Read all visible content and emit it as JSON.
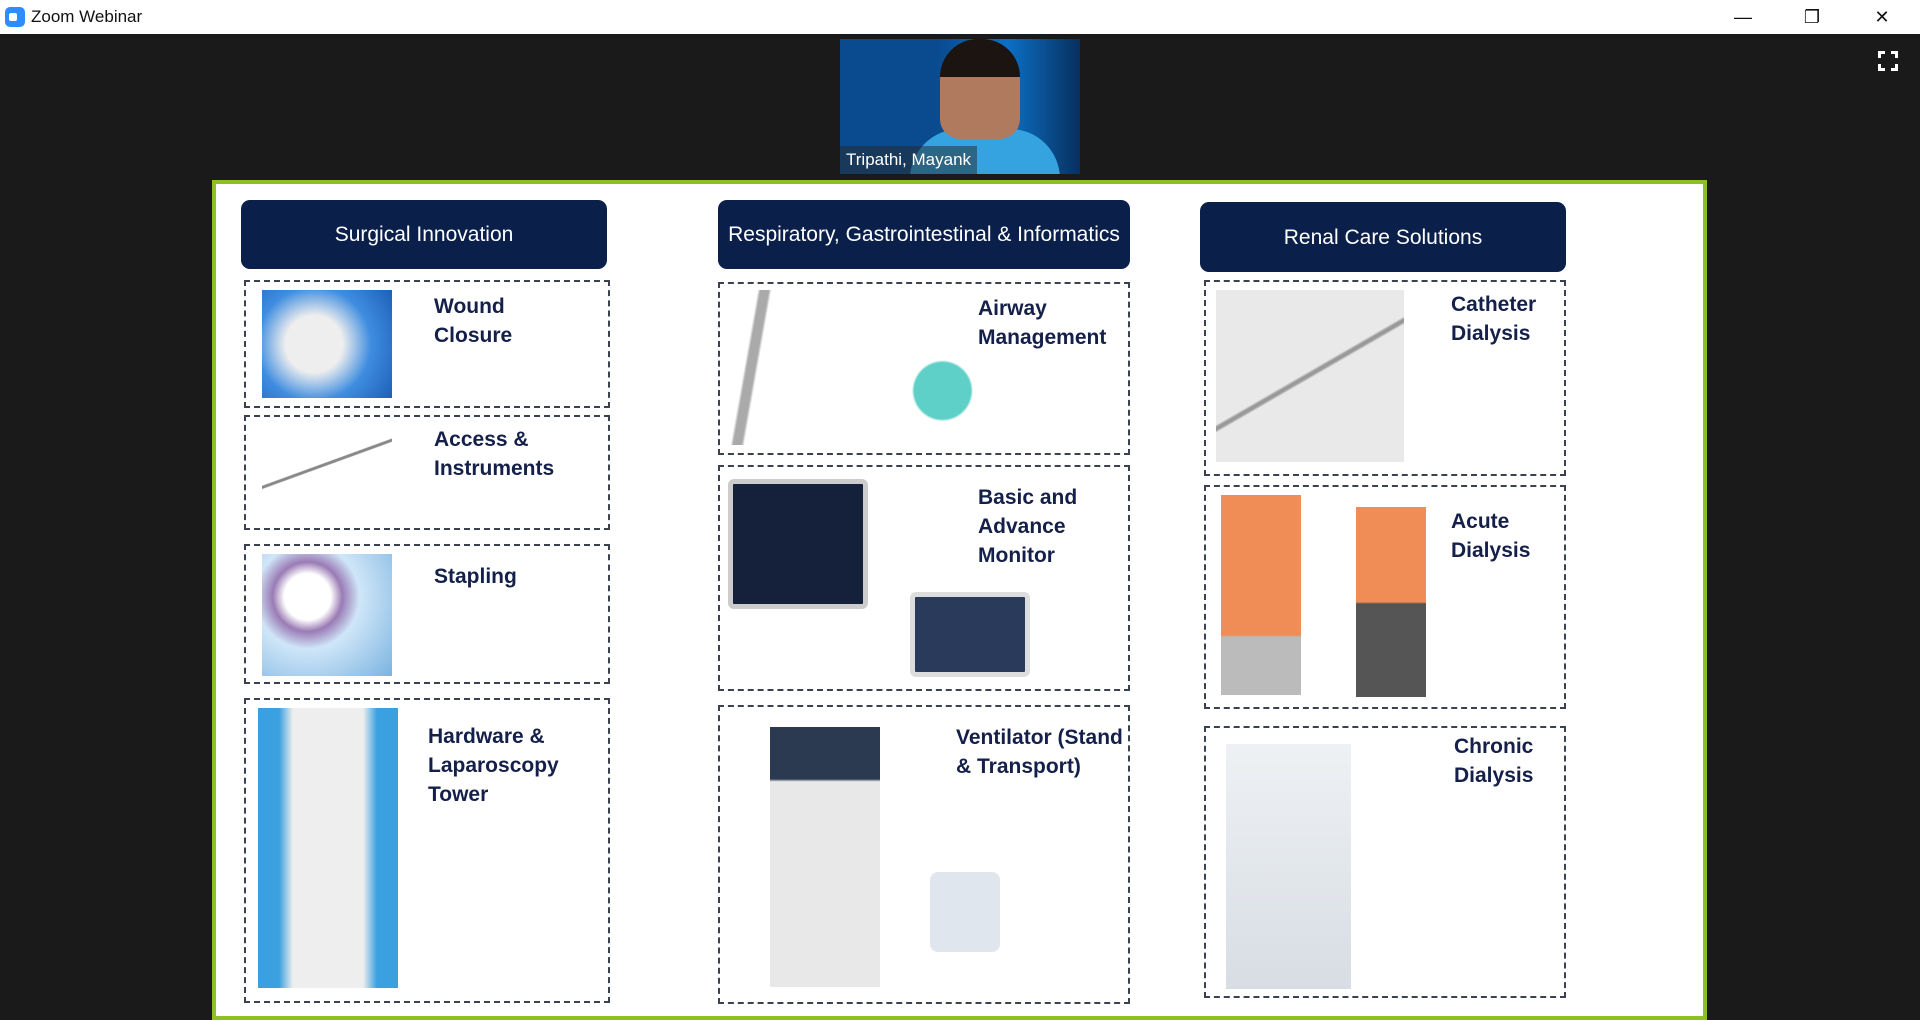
{
  "window": {
    "title": "Zoom Webinar",
    "minimize": "—",
    "restore": "❐",
    "close": "✕"
  },
  "video": {
    "participant_name": "Tripathi, Mayank"
  },
  "slide": {
    "columns": [
      {
        "header": "Surgical Innovation",
        "items": [
          "Wound Closure",
          "Access & Instruments",
          "Stapling",
          "Hardware & Laparoscopy Tower"
        ]
      },
      {
        "header": "Respiratory, Gastrointestinal & Informatics",
        "items": [
          "Airway Management",
          "Basic and Advance Monitor",
          "Ventilator (Stand & Transport)"
        ]
      },
      {
        "header": "Renal Care Solutions",
        "items": [
          "Catheter Dialysis",
          "Acute Dialysis",
          "Chronic Dialysis"
        ]
      }
    ]
  },
  "colors": {
    "slide_border": "#8dc021",
    "header_bg": "#0b1f4b",
    "label_text": "#15204a"
  }
}
